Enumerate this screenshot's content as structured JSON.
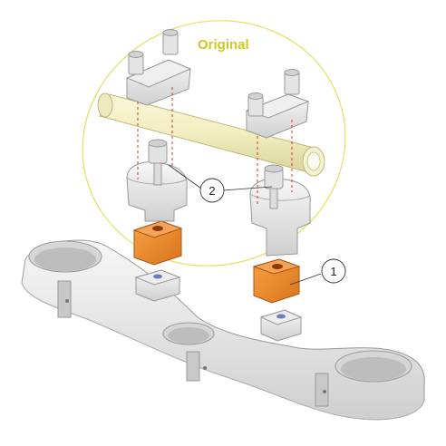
{
  "title": "Original",
  "callouts": [
    {
      "number": "1"
    },
    {
      "number": "2"
    }
  ],
  "colors": {
    "ellipse": "#e4e060",
    "title": "#d0c820",
    "bar": "#f3f0c4",
    "riser": "#f08a1e",
    "metal": "#e8e8e8",
    "dash": "#e03030"
  }
}
